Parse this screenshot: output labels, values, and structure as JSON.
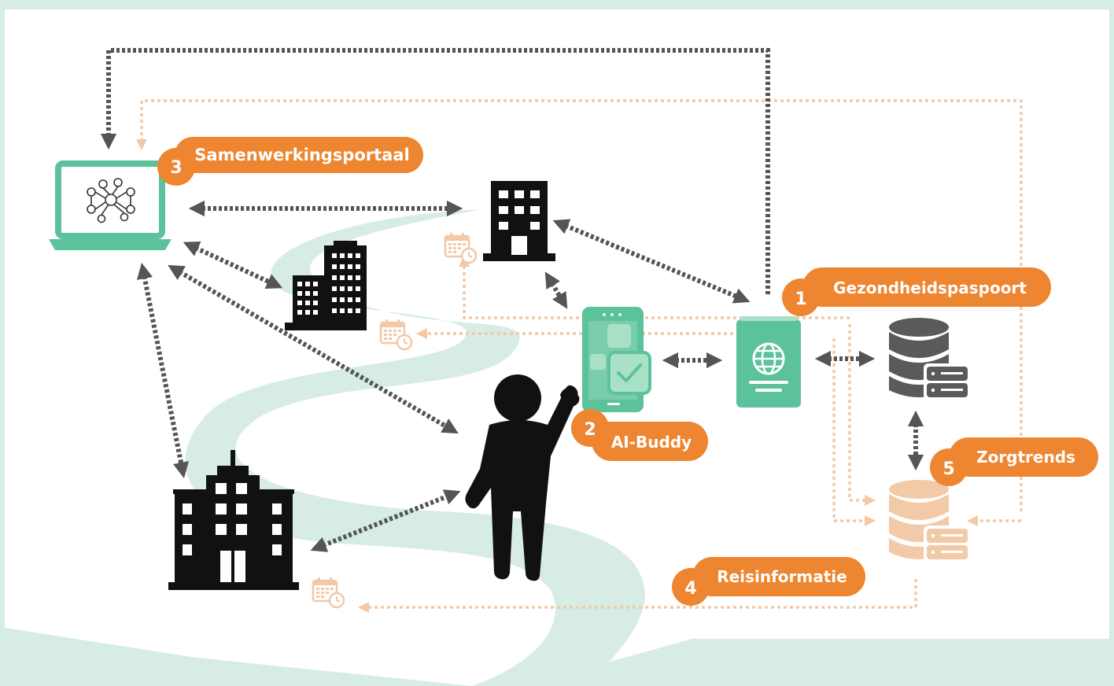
{
  "colors": {
    "background": "#d6ece4",
    "panel": "#ffffff",
    "road": "#d6ece4",
    "accent_orange": "#ee8530",
    "teal": "#5cc29c",
    "peach": "#f3caa8",
    "arrow_dark": "#555555",
    "arrow_light": "#f2c8a6",
    "icon_black": "#111111",
    "database_gray": "#5a5a5a"
  },
  "labels": [
    {
      "number": "1",
      "text": "Gezondheidspaspoort"
    },
    {
      "number": "2",
      "text": "AI-Buddy"
    },
    {
      "number": "3",
      "text": "Samenwerkingsportaal"
    },
    {
      "number": "4",
      "text": "Reisinformatie"
    },
    {
      "number": "5",
      "text": "Zorgtrends"
    }
  ],
  "icons": {
    "laptop": "laptop-network-icon",
    "tower_building": "office-building-icon",
    "twin_buildings": "twin-towers-icon",
    "hospital": "hospital-building-icon",
    "person": "person-waving-icon",
    "phone": "smartphone-app-icon",
    "passport": "passport-globe-icon",
    "database_dark": "database-server-icon",
    "database_light": "database-server-light-icon",
    "calendar": "calendar-clock-icon"
  }
}
